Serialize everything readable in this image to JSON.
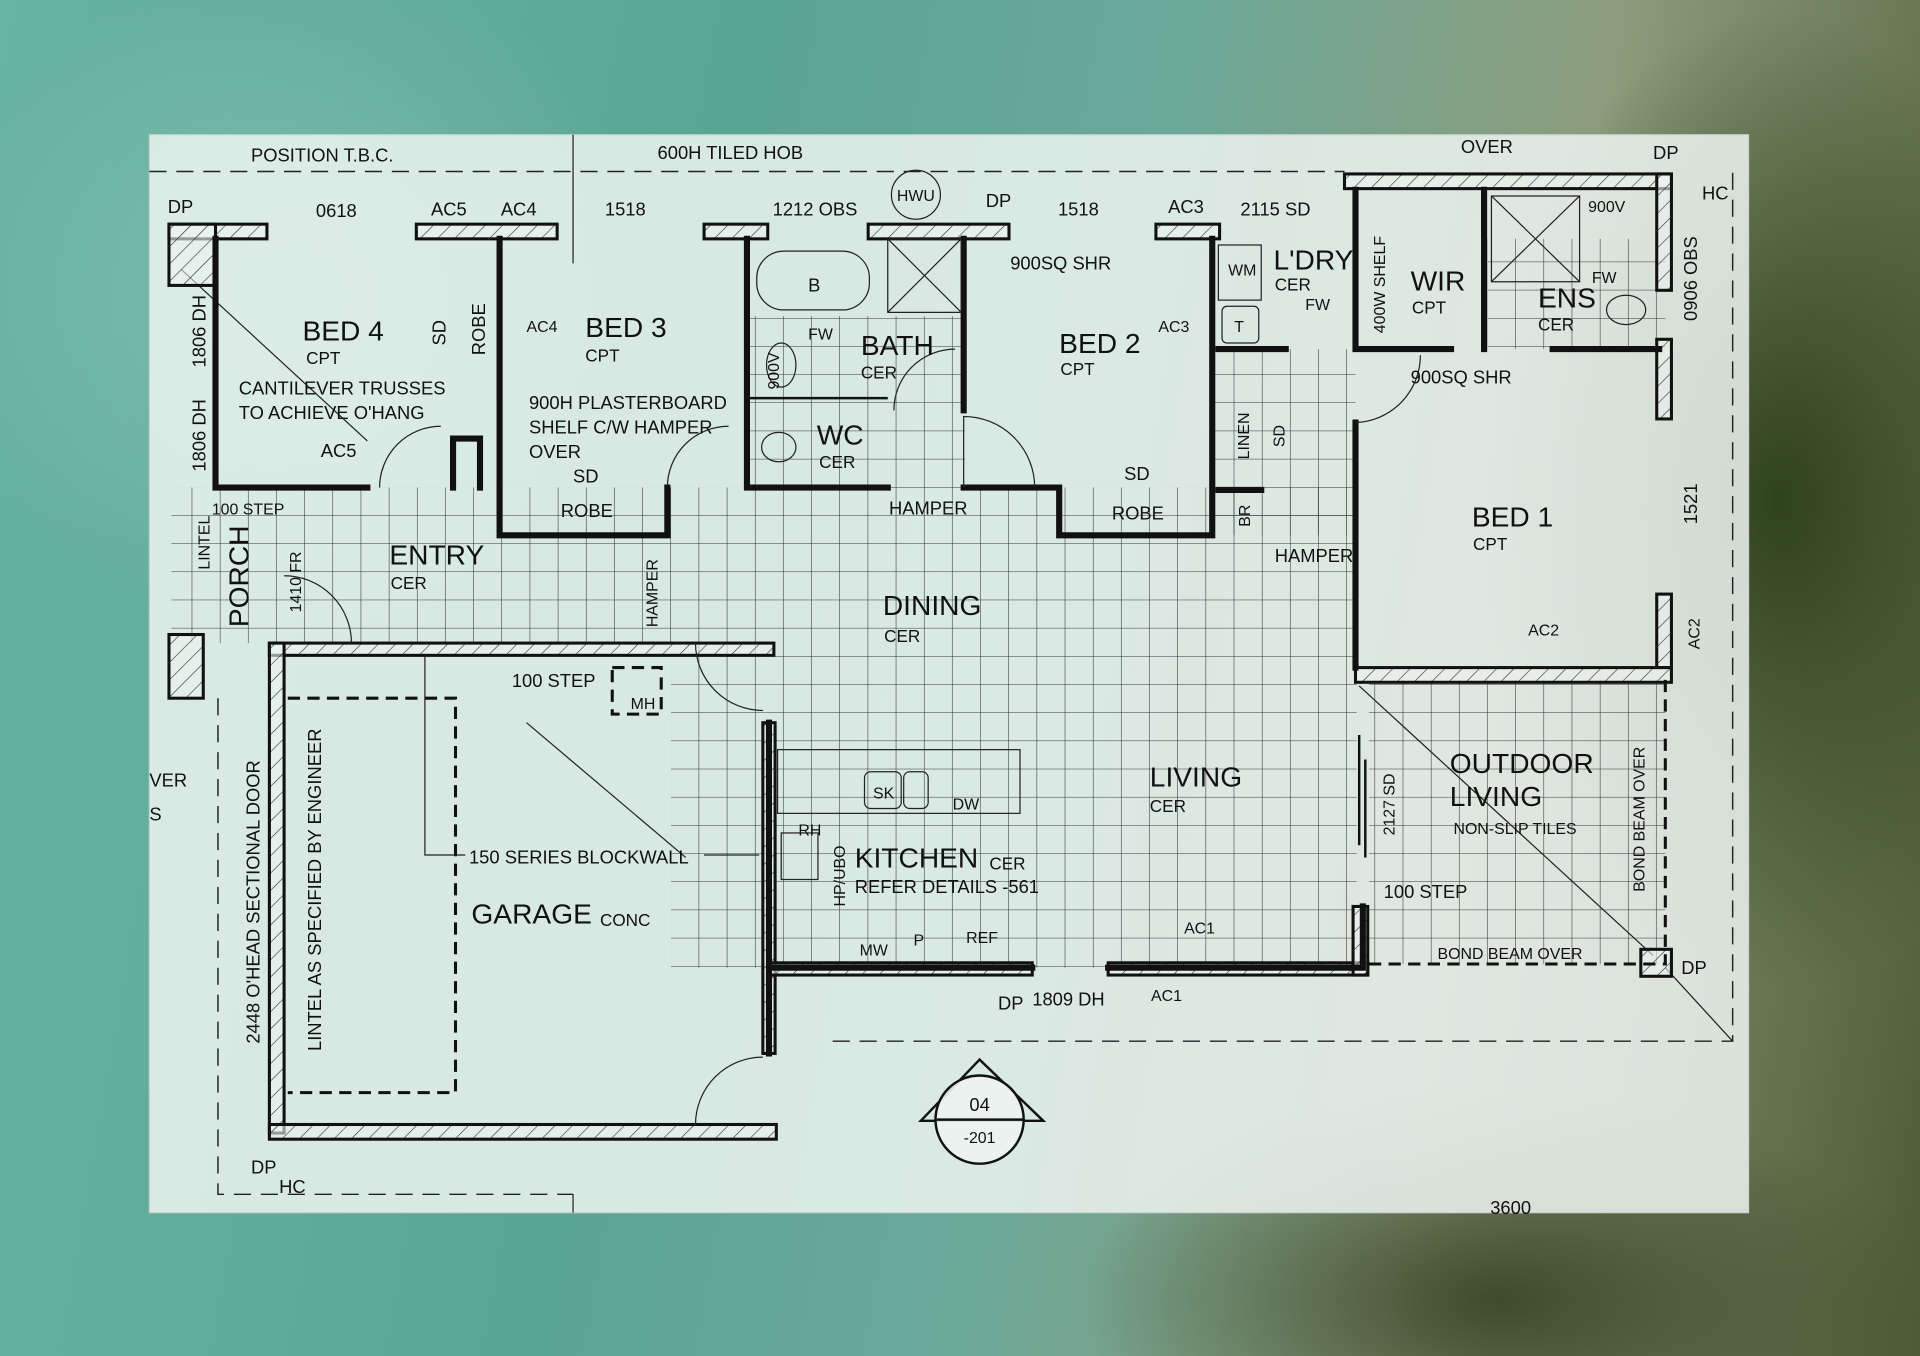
{
  "notes_top": {
    "position": "POSITION T.B.C.",
    "hob": "600H TILED HOB",
    "over": "OVER",
    "dp_right": "DP",
    "hc_right": "HC"
  },
  "front_windows": {
    "dp_left": "DP",
    "w1": "0618",
    "ac5": "AC5",
    "ac4": "AC4",
    "w2": "1518",
    "w3": "1212 OBS",
    "hwu": "HWU",
    "dp_mid": "DP",
    "w4": "1518",
    "ac3": "AC3",
    "w5": "2115 SD"
  },
  "bed4": {
    "name": "BED 4",
    "floor": "CPT",
    "note1": "CANTILEVER TRUSSES",
    "note2": "TO ACHIEVE O'HANG",
    "ac": "AC5",
    "win1": "1806 DH",
    "win2": "1806 DH",
    "sd": "SD",
    "robe": "ROBE"
  },
  "bed3": {
    "ac": "AC4",
    "name": "BED 3",
    "floor": "CPT",
    "note1": "900H PLASTERBOARD",
    "note2": "SHELF C/W HAMPER",
    "note3": "OVER",
    "sd": "SD",
    "robe": "ROBE"
  },
  "bath": {
    "bathtub": "B",
    "fw": "FW",
    "name": "BATH",
    "floor": "CER",
    "vanity": "900V",
    "shower": "900SQ SHR",
    "hamper": "HAMPER"
  },
  "wc": {
    "name": "WC",
    "floor": "CER"
  },
  "bed2": {
    "name": "BED 2",
    "floor": "CPT",
    "ac": "AC3",
    "sd": "SD",
    "robe": "ROBE"
  },
  "laundry": {
    "wm": "WM",
    "name": "L'DRY",
    "floor": "CER",
    "fw": "FW",
    "tub": "T",
    "linen": "LINEN",
    "sd": "SD",
    "br": "BR",
    "hamper": "HAMPER"
  },
  "wir": {
    "shelf": "400W SHELF",
    "name": "WIR",
    "floor": "CPT"
  },
  "ens": {
    "name": "ENS",
    "floor": "CER",
    "fw": "FW",
    "vanity": "900V",
    "shower": "900SQ SHR",
    "window": "0906 OBS"
  },
  "bed1": {
    "name": "BED 1",
    "floor": "CPT",
    "ac": "AC2",
    "window": "1521",
    "ac_ext": "AC2"
  },
  "entry": {
    "step": "100 STEP",
    "lintel": "LINTEL",
    "porch": "PORCH",
    "window": "1410 FR",
    "name": "ENTRY",
    "floor": "CER",
    "hamper": "HAMPER"
  },
  "dining": {
    "name": "DINING",
    "floor": "CER"
  },
  "garage": {
    "step": "100 STEP",
    "mh": "MH",
    "blockwall": "150 SERIES BLOCKWALL",
    "name": "GARAGE",
    "floor": "CONC",
    "door": "2448 O'HEAD SECTIONAL DOOR",
    "lintel": "LINTEL AS SPECIFIED BY ENGINEER",
    "cut1": "VER",
    "cut2": "S",
    "dp": "DP",
    "hc": "HC"
  },
  "kitchen": {
    "sink": "SK",
    "dw": "DW",
    "rh": "RH",
    "hp": "HP/UBO",
    "name": "KITCHEN",
    "floor": "CER",
    "refer": "REFER DETAILS -561",
    "mw": "MW",
    "pantry": "P",
    "ref": "REF"
  },
  "living": {
    "name": "LIVING",
    "floor": "CER",
    "sd": "2127 SD",
    "ac": "AC1",
    "step": "100 STEP",
    "dp": "DP",
    "window": "1809 DH",
    "ac_ext": "AC1"
  },
  "section_marker": {
    "number": "04",
    "sheet": "-201"
  },
  "outdoor": {
    "name1": "OUTDOOR",
    "name2": "LIVING",
    "floor": "NON-SLIP TILES",
    "beam_side": "BOND BEAM OVER",
    "beam_bottom": "BOND BEAM OVER",
    "dp": "DP",
    "dim": "3600"
  }
}
